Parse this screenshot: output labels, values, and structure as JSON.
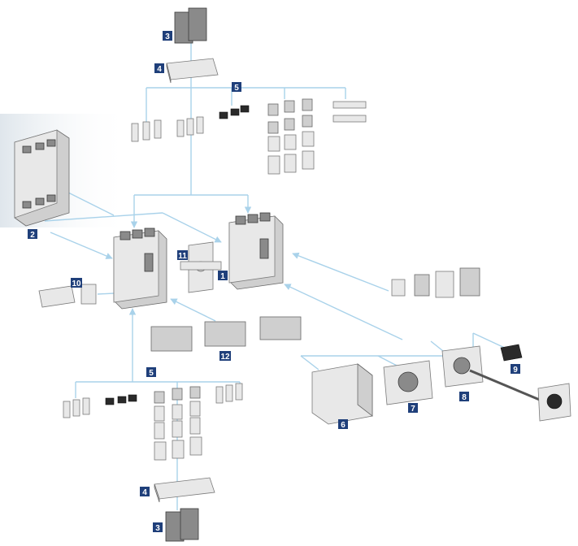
{
  "diagram": {
    "badges": {
      "b1": "1",
      "b2": "2",
      "b3_top": "3",
      "b3_bottom": "3",
      "b4_top": "4",
      "b4_bottom": "4",
      "b5_top": "5",
      "b5_bottom": "5",
      "b6": "6",
      "b7": "7",
      "b8": "8",
      "b9": "9",
      "b10": "10",
      "b11": "11",
      "b12": "12"
    },
    "colors": {
      "badge": "#1f3f7a",
      "connector": "#a9d2ea",
      "backdrop": "#dfe6ec"
    }
  }
}
